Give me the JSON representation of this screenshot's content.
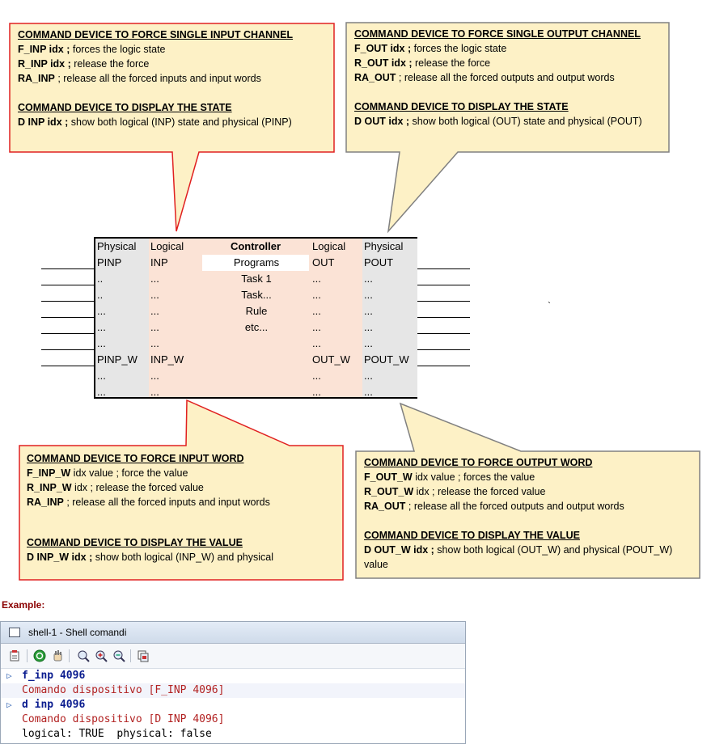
{
  "callouts": {
    "top_left": {
      "heading1": "COMMAND DEVICE TO FORCE SINGLE INPUT CHANNEL",
      "lines1": [
        {
          "cmd": "F_INP idx ;",
          "desc": " forces the logic state"
        },
        {
          "cmd": "R_INP idx ;",
          "desc": " release the force"
        },
        {
          "cmd": "RA_INP",
          "desc": " ; release all the forced inputs and input words"
        }
      ],
      "heading2": "COMMAND DEVICE TO DISPLAY THE STATE",
      "lines2": [
        {
          "cmd": "D INP idx ;",
          "desc": " show both logical (INP) state and physical (PINP)"
        }
      ]
    },
    "top_right": {
      "heading1": "COMMAND DEVICE TO FORCE SINGLE OUTPUT CHANNEL",
      "lines1": [
        {
          "cmd": "F_OUT idx ;",
          "desc": " forces the logic state"
        },
        {
          "cmd": "R_OUT idx ;",
          "desc": " release the force"
        },
        {
          "cmd": "RA_OUT",
          "desc": " ; release all the forced outputs and output words"
        }
      ],
      "heading2": "COMMAND DEVICE TO DISPLAY THE STATE",
      "lines2": [
        {
          "cmd": "D OUT idx ;",
          "desc": " show both logical (OUT) state and physical (POUT)"
        }
      ]
    },
    "bottom_left": {
      "heading1": "COMMAND DEVICE TO FORCE INPUT WORD",
      "lines1": [
        {
          "cmd": "F_INP_W",
          "desc": " idx  value ; force the value"
        },
        {
          "cmd": "R_INP_W",
          "desc": " idx  ; release the forced value"
        },
        {
          "cmd": "RA_INP",
          "desc": " ; release all the forced inputs and input words"
        }
      ],
      "heading2": "COMMAND DEVICE TO DISPLAY THE VALUE",
      "lines2": [
        {
          "cmd": "D INP_W idx ;",
          "desc": " show both logical (INP_W)  and physical"
        }
      ]
    },
    "bottom_right": {
      "heading1": "COMMAND DEVICE TO FORCE OUTPUT WORD",
      "lines1": [
        {
          "cmd": "F_OUT_W",
          "desc": " idx value ; forces the value"
        },
        {
          "cmd": "R_OUT_W",
          "desc": " idx ; release the forced value"
        },
        {
          "cmd": "RA_OUT",
          "desc": " ; release all the forced outputs and output words"
        }
      ],
      "heading2": "COMMAND DEVICE TO DISPLAY THE VALUE",
      "lines2": [
        {
          "cmd": "D OUT_W idx ;",
          "desc": " show both logical (OUT_W) and physical (POUT_W)"
        },
        {
          "cmd": "",
          "desc": "value"
        }
      ]
    }
  },
  "device": {
    "phys_in": [
      "Physical",
      "PINP",
      "..",
      "..",
      "...",
      "...",
      "...",
      "PINP_W",
      "...",
      "..."
    ],
    "log_in": [
      "Logical",
      "INP",
      "...",
      "...",
      "...",
      "...",
      "...",
      "INP_W",
      "...",
      "..."
    ],
    "controller_title": "Controller",
    "controller_items": [
      "Programs",
      "Task 1",
      "Task...",
      "Rule",
      "etc..."
    ],
    "log_out": [
      "Logical",
      "OUT",
      "...",
      "...",
      "...",
      "...",
      "...",
      "OUT_W",
      "...",
      "..."
    ],
    "phys_out": [
      "Physical",
      "POUT",
      "...",
      "...",
      "...",
      "...",
      "...",
      "POUT_W",
      "...",
      "..."
    ]
  },
  "stray_mark": "`",
  "example": {
    "label": "Example:",
    "window_title": "shell-1 - Shell comandi",
    "toolbar_icons": [
      "properties-icon",
      "run-icon",
      "hand-icon",
      "zoom-icon",
      "zoom-in-icon",
      "zoom-out-icon",
      "copy-icon"
    ],
    "console": [
      {
        "type": "cmd",
        "text": "f_inp 4096",
        "arrow": true
      },
      {
        "type": "resp",
        "text": "Comando dispositivo [F_INP 4096]",
        "highlight": true
      },
      {
        "type": "cmd",
        "text": "d inp 4096",
        "arrow": true
      },
      {
        "type": "resp",
        "text": "Comando dispositivo [D INP 4096]"
      },
      {
        "type": "out",
        "text": "logical: TRUE  physical: false"
      }
    ]
  },
  "colors": {
    "callout_fill": "#fdf1c6",
    "red_border": "#e02020",
    "gray_border": "#808080",
    "logical_fill": "#fbe3d6",
    "physical_fill": "#e6e6e6"
  }
}
